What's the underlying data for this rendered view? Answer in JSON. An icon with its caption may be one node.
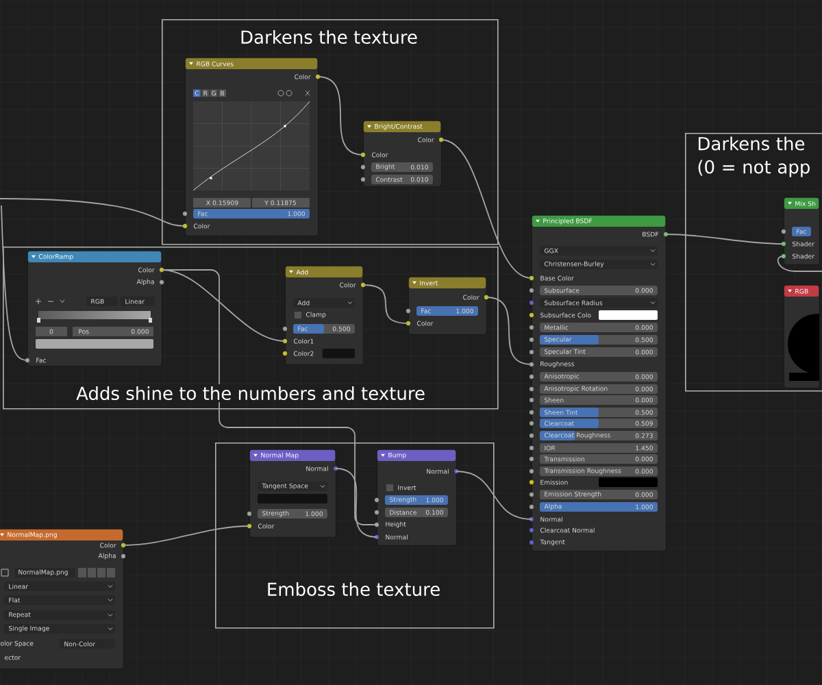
{
  "diagram": {
    "nodes": [
      {
        "text": [
          "Darkens the texture"
        ]
      },
      {
        "text": [
          "RGB Curves",
          "Color",
          "C",
          "R",
          "G",
          "B",
          "X 0.15909",
          "Y 0.11875",
          "Fac",
          "1.000",
          "Color"
        ],
        "in": 0
      },
      {
        "text": [
          "Bright/Contrast",
          "Color",
          "Color",
          "Bright",
          "0.010",
          "Contrast",
          "0.010"
        ],
        "in": 0
      },
      {
        "text": [
          "Adds shine to the numbers and texture"
        ]
      },
      {
        "text": [
          "ColorRamp",
          "Color",
          "Alpha",
          "RGB",
          "Linear",
          "0",
          "Pos",
          "0.000",
          "Fac"
        ],
        "in": 3
      },
      {
        "text": [
          "Add",
          "Color",
          "Add",
          "Clamp",
          "Fac",
          "0.500",
          "Color1",
          "Color2"
        ],
        "in": 3
      },
      {
        "text": [
          "Invert",
          "Color",
          "Fac",
          "1.000",
          "Color"
        ],
        "in": 3
      },
      {
        "text": [
          "Emboss the texture"
        ]
      },
      {
        "text": [
          "Normal Map",
          "Normal",
          "Tangent Space",
          "Strength",
          "1.000",
          "Color"
        ],
        "in": 7
      },
      {
        "text": [
          "Bump",
          "Normal",
          "Invert",
          "Strength",
          "1.000",
          "Distance",
          "0.100",
          "Height",
          "Normal"
        ],
        "in": 7
      },
      {
        "text": [
          "Principled BSDF",
          "BSDF",
          "GGX",
          "Christensen-Burley",
          "Base Color",
          "Subsurface",
          "0.000",
          "Subsurface Radius",
          "Subsurface Colo",
          "Metallic",
          "0.000",
          "Specular",
          "0.500",
          "Specular Tint",
          "0.000",
          "Roughness",
          "Anisotropic",
          "0.000",
          "Anisotropic Rotation",
          "0.000",
          "Sheen",
          "0.000",
          "Sheen Tint",
          "0.500",
          "Clearcoat",
          "0.509",
          "Clearcoat Roughness",
          "0.273",
          "IOR",
          "1.450",
          "Transmission",
          "0.000",
          "Transmission Roughness",
          "0.000",
          "Emission",
          "Emission Strength",
          "0.000",
          "Alpha",
          "1.000",
          "Normal",
          "Clearcoat Normal",
          "Tangent"
        ]
      },
      {
        "text": [
          "Darkens the (0 = not app"
        ]
      },
      {
        "text": [
          "Mix Sh",
          "Fac",
          "Shader",
          "Shader"
        ],
        "in": 11
      },
      {
        "text": [
          "RGB"
        ],
        "in": 11
      },
      {
        "text": [
          "NormalMap.png",
          "Color",
          "Alpha",
          "NormalMap.png",
          "Linear",
          "Flat",
          "Repeat",
          "Single Image",
          "olor Space",
          "Non-Color",
          "ector"
        ]
      }
    ],
    "edges": [
      {
        "from": null,
        "to": 1,
        "arrow": "none"
      },
      {
        "from": null,
        "to": 4,
        "arrow": "none"
      },
      {
        "from": 1,
        "to": 2,
        "arrow": "none"
      },
      {
        "from": 2,
        "to": 10,
        "arrow": "none"
      },
      {
        "from": 4,
        "to": 5,
        "arrow": "none"
      },
      {
        "from": 4,
        "to": 9,
        "arrow": "none"
      },
      {
        "from": 5,
        "to": 6,
        "arrow": "none"
      },
      {
        "from": 6,
        "to": 10,
        "arrow": "none"
      },
      {
        "from": 14,
        "to": 8,
        "arrow": "none"
      },
      {
        "from": 8,
        "to": 9,
        "arrow": "none"
      },
      {
        "from": 9,
        "to": 10,
        "arrow": "none"
      },
      {
        "from": 10,
        "to": 12,
        "arrow": "none"
      },
      {
        "from": null,
        "to": 12,
        "arrow": "none"
      }
    ]
  }
}
